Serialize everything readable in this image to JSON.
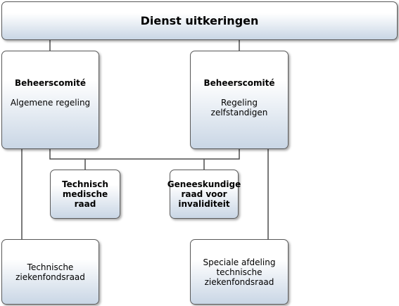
{
  "top": {
    "title": "Dienst uitkeringen"
  },
  "committee_general": {
    "heading": "Beheerscomité",
    "subtitle": "Algemene regeling"
  },
  "committee_self_employed": {
    "heading": "Beheerscomité",
    "subtitle": "Regeling\nzelfstandigen"
  },
  "medical_council": {
    "label": "Technisch\nmedische raad"
  },
  "disability_council": {
    "label": "Geneeskundige\nraad voor\ninvaliditeit"
  },
  "sick_fund_council": {
    "label": "Technische\nziekenfondsraad"
  },
  "special_department": {
    "label": "Speciale afdeling\ntechnische\nziekenfondsraad"
  },
  "colors": {
    "line": "#4d4d4d",
    "border": "#5a5a5a",
    "fill_top": "#ffffff",
    "fill_bottom": "#c9d6e5"
  }
}
